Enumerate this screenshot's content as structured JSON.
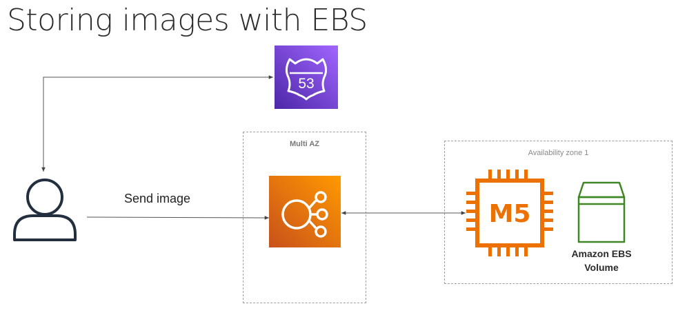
{
  "title": "Storing images with EBS",
  "groups": {
    "multi_az": {
      "label": "Multi AZ"
    },
    "az1": {
      "label": "Availability zone 1"
    }
  },
  "edges": {
    "send_image": {
      "label": "Send image"
    }
  },
  "nodes": {
    "route53": {
      "text": "53",
      "color": "#7b3fe4"
    },
    "elb": {
      "color": "#ed7100"
    },
    "ec2": {
      "text": "M5",
      "color": "#ed7100"
    },
    "ebs": {
      "label_line1": "Amazon EBS",
      "label_line2": "Volume",
      "color": "#3f8624"
    }
  }
}
